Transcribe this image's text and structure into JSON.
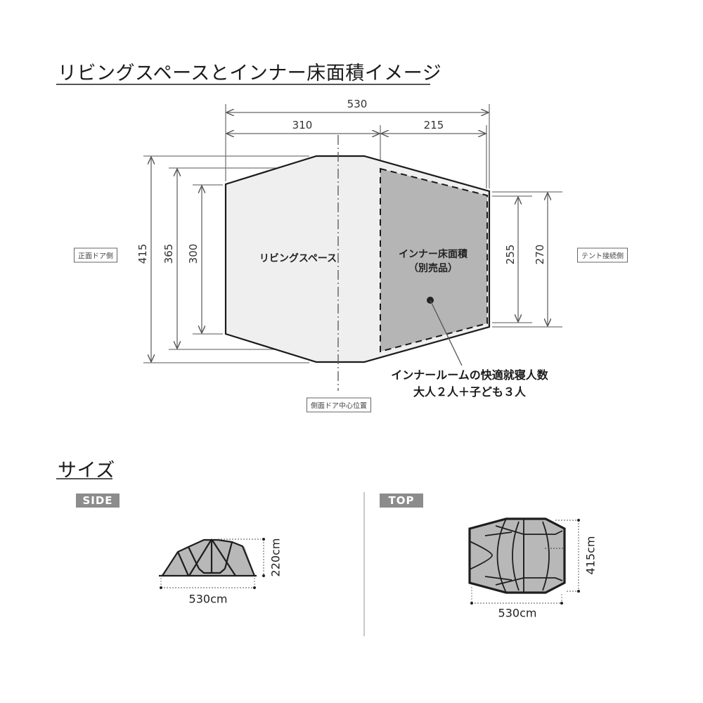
{
  "floor_plan": {
    "title": "リビングスペースとインナー床面積イメージ",
    "dimensions": {
      "total_length": "530",
      "living_length": "310",
      "inner_length": "215",
      "total_width": "415",
      "mid_width": "365",
      "front_width": "300",
      "inner_width_inside": "255",
      "inner_width_outside": "270"
    },
    "labels": {
      "front_door_side": "正面ドア側",
      "tent_connection_side": "テント接続側",
      "side_door_center": "側面ドア中心位置"
    },
    "areas": {
      "living_space": "リビングスペース",
      "inner_floor_line1": "インナー床面積",
      "inner_floor_line2": "（別売品）"
    },
    "callout": {
      "line1": "インナールームの快適就寝人数",
      "line2": "大人２人＋子ども３人"
    },
    "colors": {
      "living_fill": "#efefef",
      "inner_fill": "#b5b5b5",
      "outline": "#1a1a1a",
      "dimension_line": "#666666"
    }
  },
  "size_section": {
    "title": "サイズ",
    "side_view": {
      "tag": "SIDE",
      "length": "530cm",
      "height": "220cm"
    },
    "top_view": {
      "tag": "TOP",
      "length": "530cm",
      "width": "415cm"
    },
    "colors": {
      "tag_bg": "#8c8c8c",
      "tent_fill": "#b8b8b8",
      "tent_outline": "#1e1e1e"
    }
  }
}
